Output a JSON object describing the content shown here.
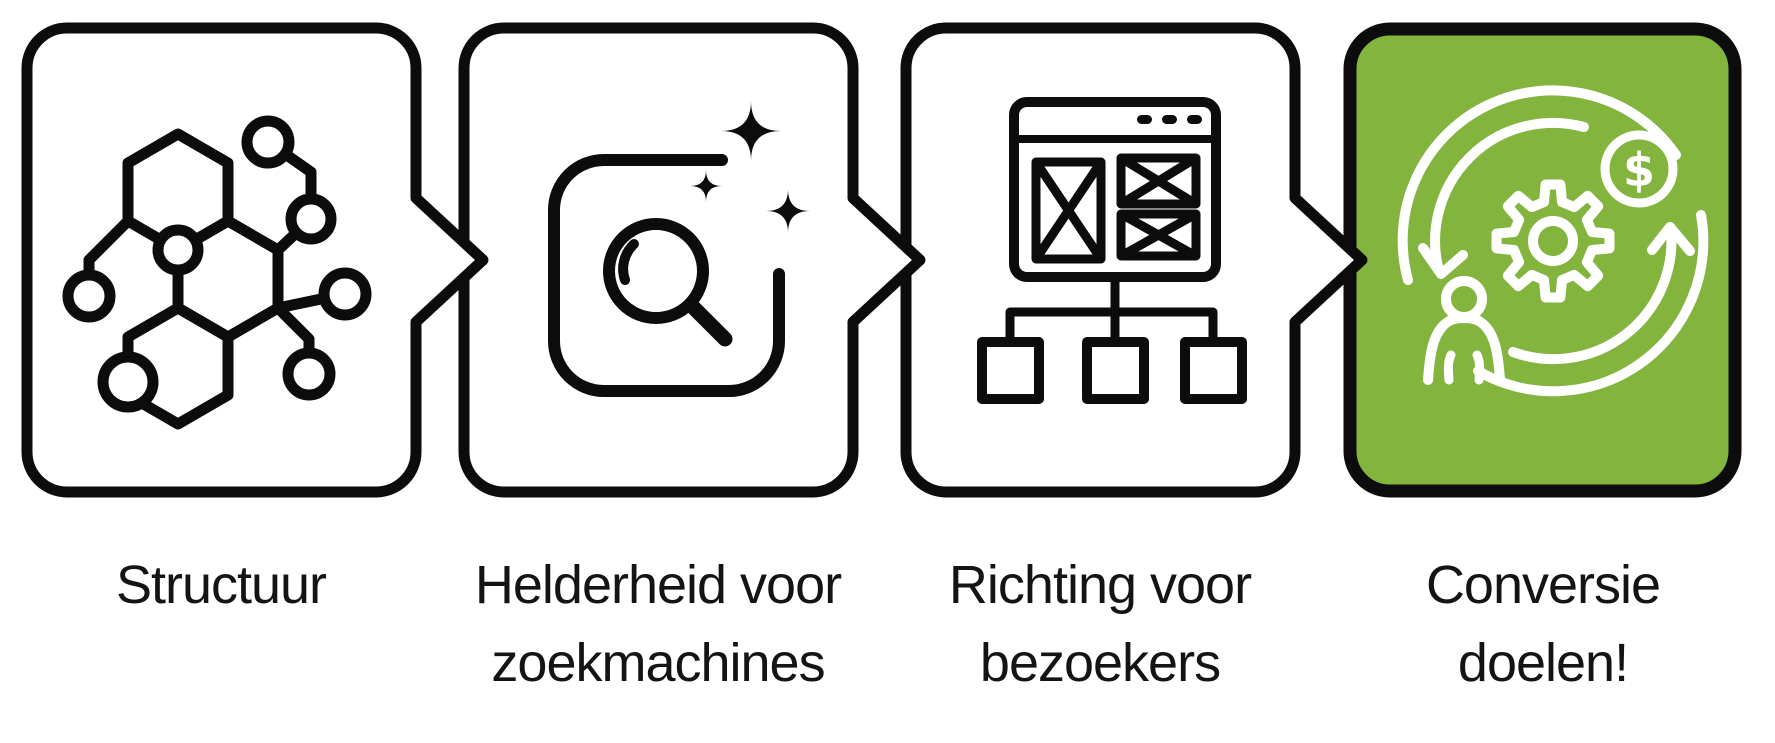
{
  "figure_type": "process-steps-infographic",
  "arrow_style": "chevron-right-between-cards",
  "colors": {
    "background": "#ffffff",
    "card_fill": "#ffffff",
    "highlight_green": "#83b43e",
    "stroke": "#0c0c0c",
    "icon_on_green": "#ffffff",
    "text": "#141414"
  },
  "steps": [
    {
      "id": "structuur",
      "icon": "molecule-icon",
      "label_lines": [
        "Structuur"
      ],
      "highlighted": false
    },
    {
      "id": "helderheid-voor-zoekmachines",
      "icon": "search-sparkles-icon",
      "label_lines": [
        "Helderheid voor",
        "zoekmachines"
      ],
      "highlighted": false
    },
    {
      "id": "richting-voor-bezoekers",
      "icon": "wireframe-sitemap-icon",
      "label_lines": [
        "Richting voor",
        "bezoekers"
      ],
      "highlighted": false
    },
    {
      "id": "conversie-doelen",
      "icon": "conversion-cycle-icon",
      "label_lines": [
        "Conversie",
        "doelen!"
      ],
      "highlighted": true
    }
  ],
  "symbols": {
    "dollar": "$"
  }
}
